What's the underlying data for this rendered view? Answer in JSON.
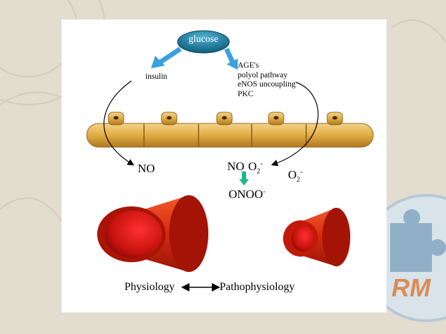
{
  "diagram": {
    "glucose": "glucose",
    "insulin": "insulin",
    "pathways": [
      "AGE's",
      "polyol pathway",
      "eNOS uncoupling",
      "PKC"
    ],
    "no_left": "NO",
    "no_right": "NO",
    "o2": "O",
    "o2_sub": "2",
    "o2_sup": "-",
    "o2_right": "O",
    "o2_right_sub": "2",
    "o2_right_sup": "-",
    "onoo": "ONOO",
    "onoo_sup": "-",
    "physiology": "Physiology",
    "pathophysiology": "Pathophysiology"
  },
  "colors": {
    "glucose_fill": "#1e7fa0",
    "cell_fill": "#e3b04a",
    "vessel_red": "#d42a10",
    "arrow_blue": "#3aa0e0",
    "arrow_green": "#19b98a",
    "slide_bg": "#ffffff",
    "page_bg": "#e3ddcf"
  },
  "logo_text": "RM"
}
